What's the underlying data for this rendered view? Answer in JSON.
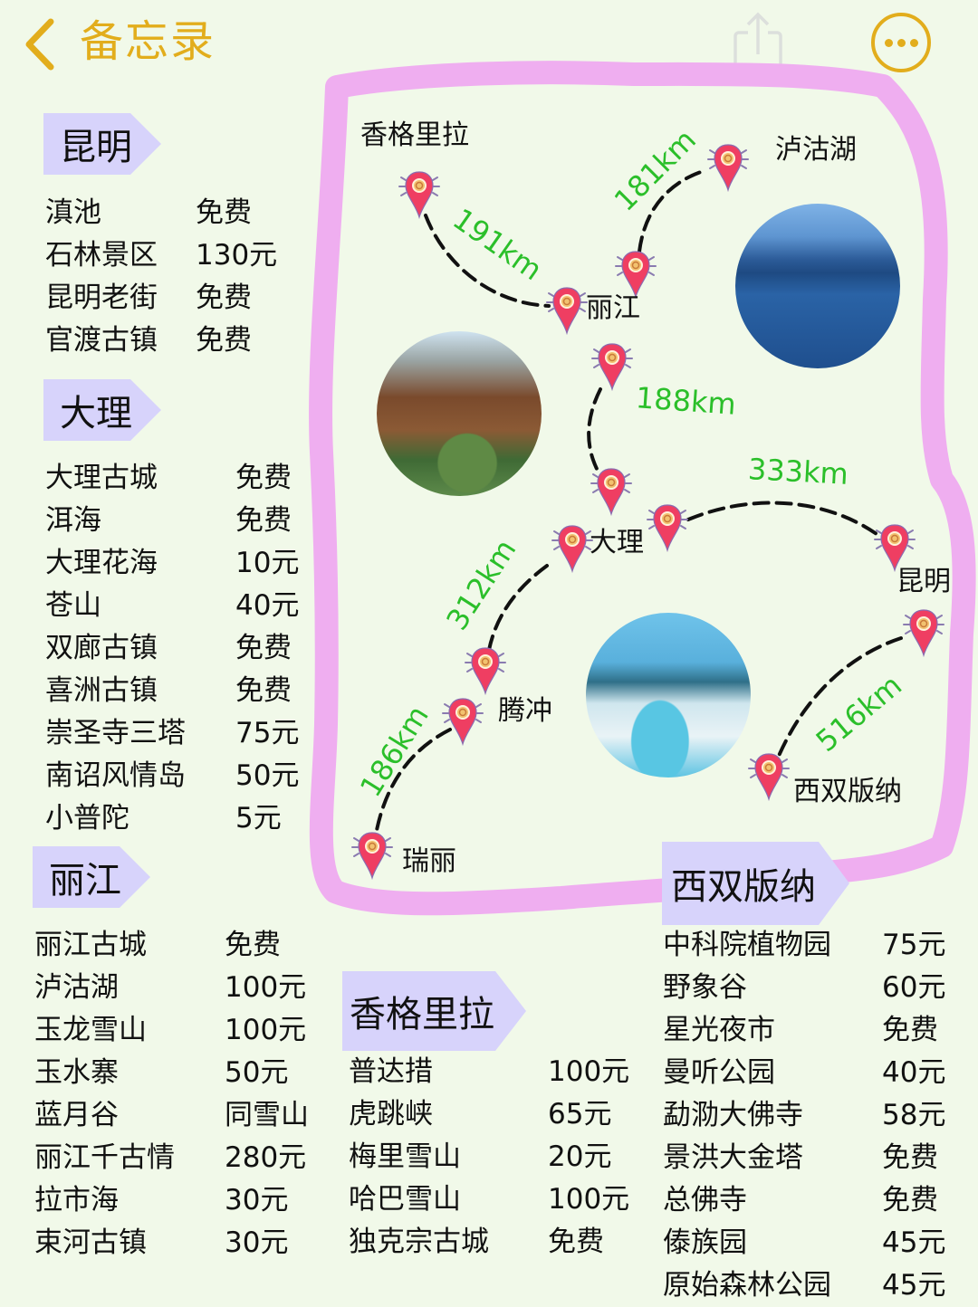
{
  "header": {
    "back_label": "备忘录",
    "back_icon": "chevron-left-icon",
    "share_icon": "share-icon",
    "more_icon": "ellipsis-circle-icon",
    "accent_color": "#e2ad1c"
  },
  "sections": {
    "kunming": {
      "title": "昆明",
      "items": [
        {
          "name": "滇池",
          "price": "免费"
        },
        {
          "name": "石林景区",
          "price": "130元"
        },
        {
          "name": "昆明老街",
          "price": "免费"
        },
        {
          "name": "官渡古镇",
          "price": "免费"
        }
      ]
    },
    "dali": {
      "title": "大理",
      "items": [
        {
          "name": "大理古城",
          "price": "免费"
        },
        {
          "name": "洱海",
          "price": "免费"
        },
        {
          "name": "大理花海",
          "price": "10元"
        },
        {
          "name": "苍山",
          "price": "40元"
        },
        {
          "name": "双廊古镇",
          "price": "免费"
        },
        {
          "name": "喜洲古镇",
          "price": "免费"
        },
        {
          "name": "崇圣寺三塔",
          "price": "75元"
        },
        {
          "name": "南诏风情岛",
          "price": "50元"
        },
        {
          "name": "小普陀",
          "price": "5元"
        }
      ]
    },
    "lijiang": {
      "title": "丽江",
      "items": [
        {
          "name": "丽江古城",
          "price": "免费"
        },
        {
          "name": "泸沽湖",
          "price": "100元"
        },
        {
          "name": "玉龙雪山",
          "price": "100元"
        },
        {
          "name": "玉水寨",
          "price": "50元"
        },
        {
          "name": "蓝月谷",
          "price": "同雪山"
        },
        {
          "name": "丽江千古情",
          "price": "280元"
        },
        {
          "name": "拉市海",
          "price": "30元"
        },
        {
          "name": "束河古镇",
          "price": "30元"
        }
      ]
    },
    "shangrila": {
      "title": "香格里拉",
      "items": [
        {
          "name": "普达措",
          "price": "100元"
        },
        {
          "name": "虎跳峡",
          "price": "65元"
        },
        {
          "name": "梅里雪山",
          "price": "20元"
        },
        {
          "name": "哈巴雪山",
          "price": "100元"
        },
        {
          "name": "独克宗古城",
          "price": "免费"
        }
      ]
    },
    "xishuangbanna": {
      "title": "西双版纳",
      "items": [
        {
          "name": "中科院植物园",
          "price": "75元"
        },
        {
          "name": "野象谷",
          "price": "60元"
        },
        {
          "name": "星光夜市",
          "price": "免费"
        },
        {
          "name": "曼听公园",
          "price": "40元"
        },
        {
          "name": "勐泐大佛寺",
          "price": "58元"
        },
        {
          "name": "景洪大金塔",
          "price": "免费"
        },
        {
          "name": "总佛寺",
          "price": "免费"
        },
        {
          "name": "傣族园",
          "price": "45元"
        },
        {
          "name": "原始森林公园",
          "price": "45元"
        }
      ]
    }
  },
  "map": {
    "border_color": "#efaef0",
    "pin_color": "#ef3e62",
    "distance_color": "#2bbf2a",
    "cities": {
      "shangrila": "香格里拉",
      "lugu_lake": "泸沽湖",
      "lijiang": "丽江",
      "dali": "大理",
      "kunming": "昆明",
      "tengchong": "腾冲",
      "ruili": "瑞丽",
      "xishuangbanna": "西双版纳"
    },
    "distances": {
      "shangrila_lijiang": "191km",
      "lijiang_lugu": "181km",
      "lijiang_dali": "188km",
      "dali_kunming": "333km",
      "dali_tengchong": "312km",
      "tengchong_ruili": "186km",
      "kunming_xishuangbanna": "516km"
    },
    "photos": {
      "lijiang_old_town": "lijiang-old-town-photo",
      "lugu_lake": "lugu-lake-photo",
      "white_terraces": "white-water-terraces-photo"
    }
  }
}
